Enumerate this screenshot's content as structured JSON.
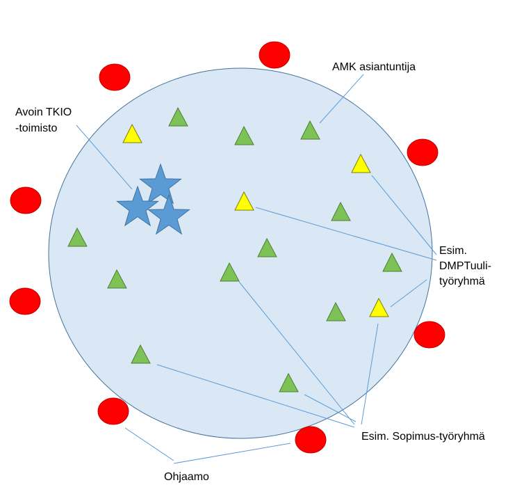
{
  "labels": {
    "amk": "AMK asiantuntija",
    "tkio_line1": "Avoin TKIO",
    "tkio_line2": "-toimisto",
    "dmp_line1": "Esim.",
    "dmp_line2": "DMPTuuli-",
    "dmp_line3": "työryhmä",
    "sopimus": "Esim. Sopimus-työryhmä",
    "ohjaamo": "Ohjaamo"
  },
  "colors": {
    "circle_fill": "#dae8f5",
    "circle_stroke": "#41719c",
    "outer_node": "#ff0000",
    "green_triangle": "#7cc257",
    "yellow_triangle": "#ffff00",
    "star": "#5b9bd5",
    "connector": "#5b9bd5"
  },
  "legend_shapes": {
    "outer_nodes": "red-circles",
    "members": "green-triangles",
    "group_members": "yellow-triangles",
    "office": "blue-stars"
  }
}
